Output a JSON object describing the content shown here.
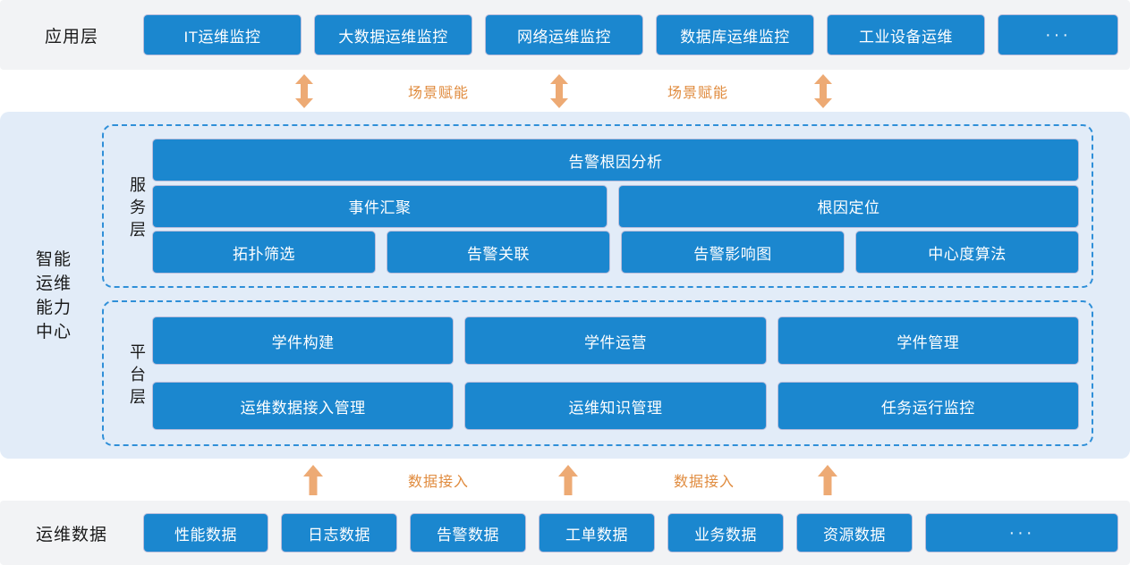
{
  "application_layer": {
    "label": "应用层",
    "items": [
      {
        "name": "it-ops-monitoring",
        "label": "IT运维监控"
      },
      {
        "name": "bigdata-ops-monitoring",
        "label": "大数据运维监控"
      },
      {
        "name": "network-ops-monitoring",
        "label": "网络运维监控"
      },
      {
        "name": "database-ops-monitoring",
        "label": "数据库运维监控"
      },
      {
        "name": "industrial-equipment-ops",
        "label": "工业设备运维"
      },
      {
        "name": "more",
        "label": "···"
      }
    ]
  },
  "connectors_top": {
    "labels": [
      "场景赋能",
      "场景赋能"
    ],
    "arrow_icon": "double-headed-vertical-arrow-icon",
    "arrow_color": "#edaa74"
  },
  "connectors_bottom": {
    "labels": [
      "数据接入",
      "数据接入"
    ],
    "arrow_icon": "up-arrow-icon",
    "arrow_color": "#edaa74"
  },
  "capability_center": {
    "title": "智能运维能力中心",
    "title_lines": [
      "智能",
      "运维",
      "能力",
      "中心"
    ],
    "background": "#e2ecf8",
    "service_layer": {
      "label": "服务层",
      "label_chars": [
        "服",
        "务",
        "层"
      ],
      "rows": [
        [
          {
            "name": "alarm-root-cause-analysis",
            "label": "告警根因分析"
          }
        ],
        [
          {
            "name": "event-aggregation",
            "label": "事件汇聚"
          },
          {
            "name": "root-cause-location",
            "label": "根因定位"
          }
        ],
        [
          {
            "name": "topology-filtering",
            "label": "拓扑筛选"
          },
          {
            "name": "alarm-correlation",
            "label": "告警关联"
          },
          {
            "name": "alarm-impact-graph",
            "label": "告警影响图"
          },
          {
            "name": "centrality-algorithm",
            "label": "中心度算法"
          }
        ]
      ]
    },
    "platform_layer": {
      "label": "平台层",
      "label_chars": [
        "平",
        "台",
        "层"
      ],
      "rows": [
        [
          {
            "name": "learnware-construction",
            "label": "学件构建"
          },
          {
            "name": "learnware-operation",
            "label": "学件运营"
          },
          {
            "name": "learnware-management",
            "label": "学件管理"
          }
        ],
        [
          {
            "name": "ops-data-access-management",
            "label": "运维数据接入管理"
          },
          {
            "name": "ops-knowledge-management",
            "label": "运维知识管理"
          },
          {
            "name": "task-run-monitoring",
            "label": "任务运行监控"
          }
        ]
      ]
    }
  },
  "data_layer": {
    "label": "运维数据",
    "items": [
      {
        "name": "performance-data",
        "label": "性能数据"
      },
      {
        "name": "log-data",
        "label": "日志数据"
      },
      {
        "name": "alarm-data",
        "label": "告警数据"
      },
      {
        "name": "ticket-data",
        "label": "工单数据"
      },
      {
        "name": "business-data",
        "label": "业务数据"
      },
      {
        "name": "resource-data",
        "label": "资源数据"
      },
      {
        "name": "more",
        "label": "···"
      }
    ]
  },
  "colors": {
    "box_blue": "#1b87cf",
    "panel_blue": "#e2ecf8",
    "band_gray": "#f2f3f5",
    "dashed_blue": "#2f8fd8",
    "arrow_orange": "#edaa74",
    "label_orange": "#e08b3e"
  }
}
